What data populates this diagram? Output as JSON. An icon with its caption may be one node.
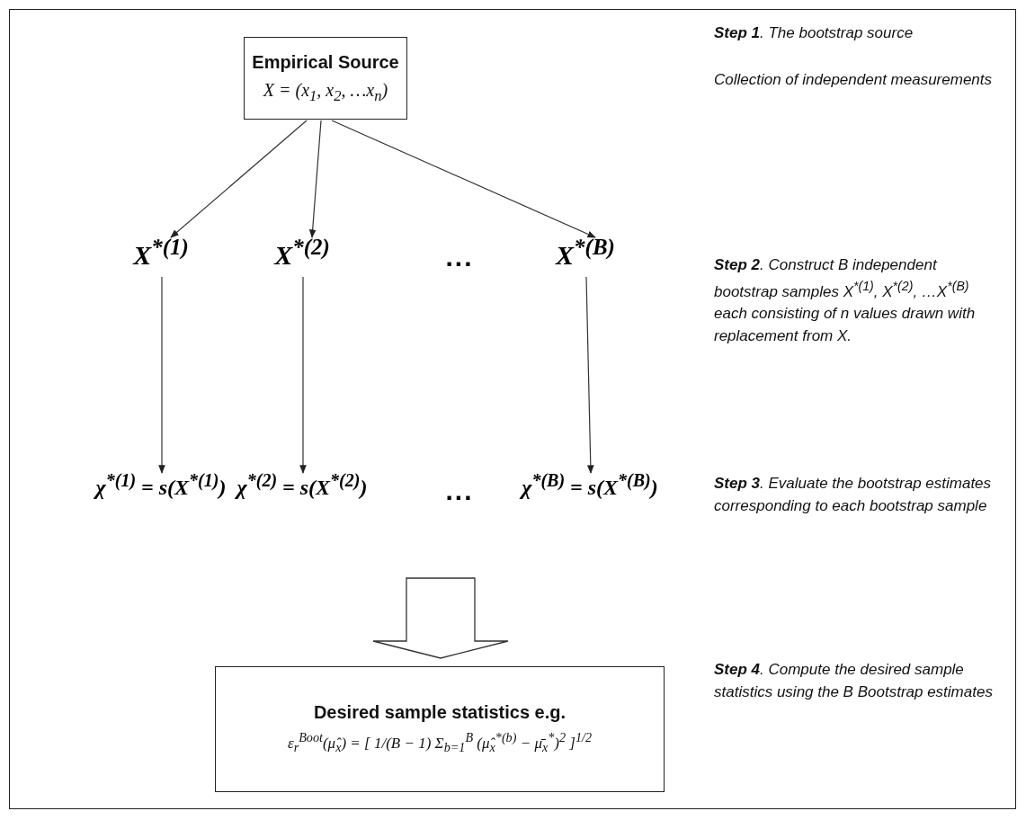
{
  "diagram": {
    "nodes": [
      {
        "text": [
          "Empirical Source",
          "X = (x$_{1}$, x$_{2}$, …x$_{n}$)"
        ]
      },
      {
        "text": [
          "X$^{*(1)}$"
        ]
      },
      {
        "text": [
          "X$^{*(2)}$"
        ]
      },
      {
        "text": [
          "X$^{*(B)}$"
        ]
      },
      {
        "text": [
          "χ$^{*(1)}$ = s(X$^{*(1)}$)"
        ]
      },
      {
        "text": [
          "χ$^{*(2)}$ = s(X$^{*(2)}$)"
        ]
      },
      {
        "text": [
          "χ$^{*(B)}$ = s(X$^{*(B)}$)"
        ]
      },
      {
        "text": [
          "Desired sample statistics e.g.",
          "ε$_{r}$$^{Boot}$(μ̂$_{x}$) = [ 1/(B − 1) Σ$_{b=1}$$^{B}$ (μ̂$_{x}$$^{*(b)}$ − μ̄$_{x}$$^{*}$)$^{2}$ ]$^{1/2}$"
        ]
      }
    ],
    "edges": [
      {
        "from": 0,
        "to": 1,
        "arrow": "to"
      },
      {
        "from": 0,
        "to": 2,
        "arrow": "to"
      },
      {
        "from": 0,
        "to": 3,
        "arrow": "to"
      },
      {
        "from": 1,
        "to": 4,
        "arrow": "to"
      },
      {
        "from": 2,
        "to": 5,
        "arrow": "to"
      },
      {
        "from": 3,
        "to": 6,
        "arrow": "to"
      },
      {
        "from": null,
        "to": 7,
        "arrow": "to",
        "style": "thick"
      }
    ],
    "labels": [
      "...",
      "...",
      "**Step 1**. The bootstrap source",
      "Collection of independent measurements",
      "**Step 2**. Construct B independent bootstrap samples X$^{*(1)}$, X$^{*(2)}$, …X$^{*(B)}$ each consisting of n values drawn with replacement from X.",
      "**Step 3**. Evaluate the bootstrap estimates corresponding to each bootstrap sample",
      "**Step 4**. Compute the desired sample statistics using the B Bootstrap estimates"
    ]
  }
}
